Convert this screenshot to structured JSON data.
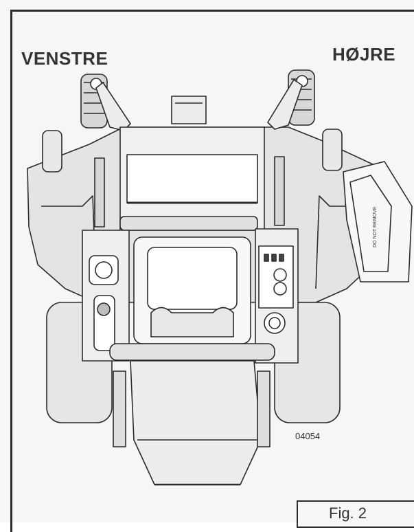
{
  "labels": {
    "left": "VENSTRE",
    "right": "HØJRE"
  },
  "part_number": "04054",
  "figure_label": "Fig. 2",
  "sign_text": "DO NOT REMOVE"
}
